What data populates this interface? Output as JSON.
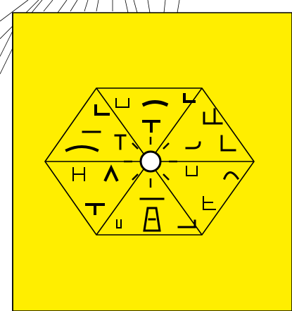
{
  "colors": {
    "background": "#ffffff",
    "panel_fill": "#ffee00",
    "ink": "#000000",
    "center_circle": "#ffffff"
  },
  "icons": {
    "hexagon": "segmented-hexagon-icon",
    "center": "sun-center-icon",
    "glyphs": [
      "bracket-glyph",
      "bar-glyph",
      "corner-glyph",
      "l-corner-glyph",
      "t-glyph",
      "double-l-glyph",
      "line-glyph",
      "j-hook-glyph",
      "tall-l-glyph",
      "arch-glyph",
      "tee-glyph",
      "h-glyph",
      "a-glyph",
      "cup-glyph",
      "cap-glyph",
      "t-bar-glyph",
      "u-glyph",
      "figure-glyph",
      "step-glyph",
      "flag-glyph"
    ]
  }
}
